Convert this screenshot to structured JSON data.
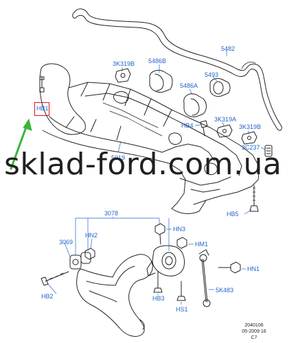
{
  "watermark": "sklad-ford.com.ua",
  "footer": {
    "line1": "2040106",
    "line2": "05-2009 16",
    "line3": "C7"
  },
  "colors": {
    "label": "#1f64c8",
    "highlight": "#e01010",
    "arrow": "#39b539",
    "line": "#222222"
  },
  "labels": {
    "p5482": "5482",
    "p3k319b_top": "3K319B",
    "p5486b": "5486B",
    "p5493": "5493",
    "p5486a": "5486A",
    "phb4": "HB4",
    "p3k319a": "3K319A",
    "p3k319b_right": "3K319B",
    "p3c237": "3C237",
    "p5019": "5019",
    "phb5": "HB5",
    "phb1": "HB1",
    "p3078": "3078",
    "p3069": "3069",
    "phn2": "HN2",
    "phn3": "HN3",
    "phm1": "HM1",
    "phn1": "HN1",
    "phb2": "HB2",
    "phb3": "HB3",
    "phs1": "HS1",
    "p5k483": "5K483"
  }
}
